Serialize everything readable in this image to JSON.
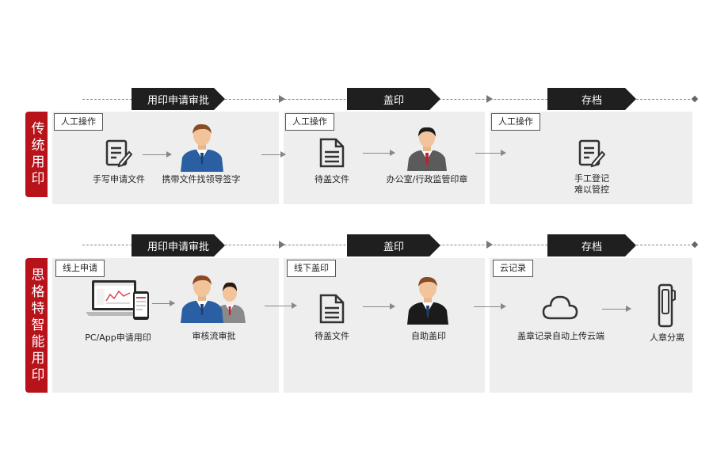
{
  "rows": [
    {
      "side_label": "传统用印",
      "stages": [
        "用印申请审批",
        "盖印",
        "存档"
      ],
      "tags": [
        "人工操作",
        "人工操作",
        "人工操作"
      ],
      "steps": [
        "手写申请文件",
        "携带文件找领导签字",
        "待盖文件",
        "办公室/行政监管印章",
        "手工登记\n难以管控"
      ]
    },
    {
      "side_label": "思格特智能用印",
      "stages": [
        "用印申请审批",
        "盖印",
        "存档"
      ],
      "tags": [
        "线上申请",
        "线下盖印",
        "云记录"
      ],
      "steps": [
        "PC/App申请用印",
        "审核流审批",
        "待盖文件",
        "自助盖印",
        "盖章记录自动上传云端",
        "人章分离"
      ]
    }
  ],
  "colors": {
    "accent": "#b8121b",
    "stage_bg": "#1f1f1f",
    "panel_bg": "#eeeeee"
  }
}
